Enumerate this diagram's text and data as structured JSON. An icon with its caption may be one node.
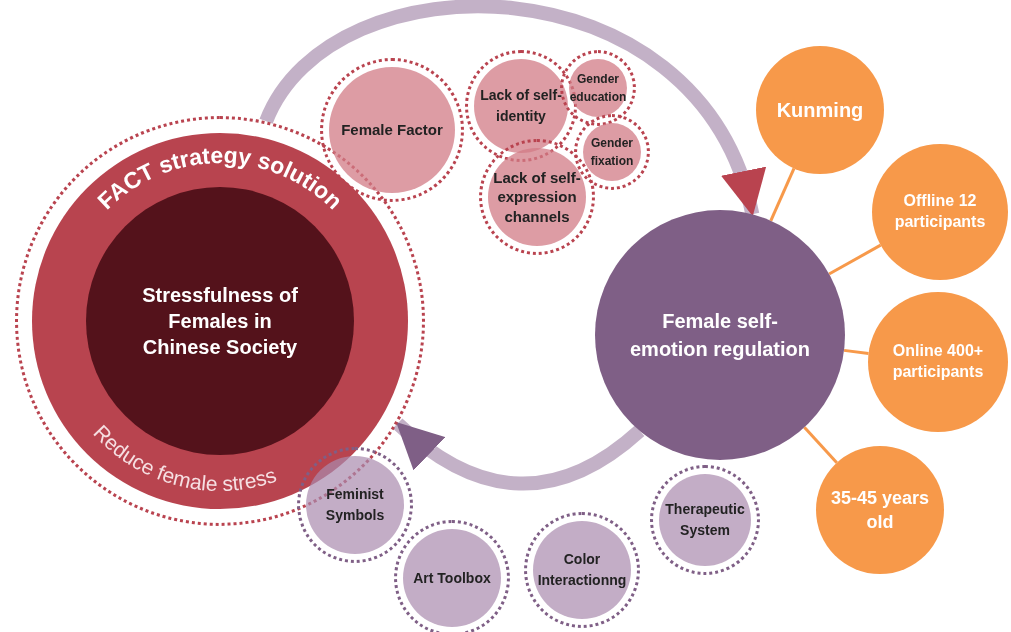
{
  "diagram": {
    "nodes": [
      {
        "text": [
          "FACT strategy solution",
          "Reduce female stress"
        ]
      },
      {
        "text": [
          "Stressfulness of Females in Chinese Society"
        ],
        "in": 0
      },
      {
        "text": [
          "Female Factor"
        ]
      },
      {
        "text": [
          "Lack of self-identity"
        ]
      },
      {
        "text": [
          "Gender education"
        ]
      },
      {
        "text": [
          "Gender fixation"
        ]
      },
      {
        "text": [
          "Lack of self-expression channels"
        ]
      },
      {
        "text": [
          "Female self-emotion regulation"
        ]
      },
      {
        "text": [
          "Kunming"
        ]
      },
      {
        "text": [
          "Offline 12 participants"
        ]
      },
      {
        "text": [
          "Online 400+ participants"
        ]
      },
      {
        "text": [
          "35-45 years old"
        ]
      },
      {
        "text": [
          "Therapeutic System"
        ]
      },
      {
        "text": [
          "Color Interactionng"
        ]
      },
      {
        "text": [
          "Art Toolbox"
        ]
      },
      {
        "text": [
          "Feminist Symbols"
        ]
      }
    ],
    "edges": [
      {
        "from": 0,
        "to": 7,
        "arrow": "to",
        "style": "thick",
        "color": "#b9a3bd"
      },
      {
        "from": 7,
        "to": 0,
        "arrow": "to",
        "style": "thick",
        "color": "#b9a3bd"
      },
      {
        "from": 7,
        "to": 8,
        "arrow": "none"
      },
      {
        "from": 7,
        "to": 9,
        "arrow": "none"
      },
      {
        "from": 7,
        "to": 10,
        "arrow": "none"
      },
      {
        "from": 7,
        "to": 11,
        "arrow": "none"
      }
    ]
  }
}
